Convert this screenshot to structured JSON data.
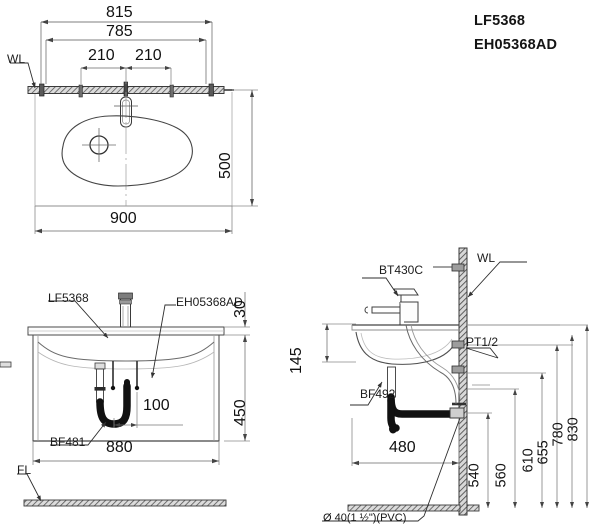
{
  "sheet": {
    "background": "#ffffff",
    "line_color": "#333333",
    "thin_line_color": "#8a8a8a",
    "solid_fill": "#4a4a4a",
    "dark_fill": "#1a1a1a"
  },
  "product": {
    "model_primary": "LF5368",
    "model_secondary": "EH05368AD"
  },
  "plan_view": {
    "name": "top-plan-view",
    "dim_overall_bracket": "815",
    "dim_inner_bracket": "785",
    "dim_left_spacing": "210",
    "dim_right_spacing": "210",
    "dim_depth": "500",
    "dim_width": "900",
    "wall_line_label": "WL"
  },
  "front_elevation": {
    "name": "front-elevation-view",
    "label_basin": "LF5368",
    "label_cabinet": "EH05368AD",
    "label_trap": "BF481",
    "label_floor": "FL",
    "dim_counter_thickness": "30",
    "dim_cabinet_height": "450",
    "dim_trap_offset": "100",
    "dim_cabinet_width": "880"
  },
  "side_elevation": {
    "name": "side-elevation-view",
    "label_faucet": "BT430C",
    "label_wall": "WL",
    "label_supply": "PT1/2",
    "label_trap": "BF492",
    "label_waste_pipe": "Ø 40(1 ½\")(PVC)",
    "dim_basin_height": "145",
    "dim_projection": "480",
    "dim_540": "540",
    "dim_560": "560",
    "dim_610": "610",
    "dim_655": "655",
    "dim_780": "780",
    "dim_830": "830"
  }
}
